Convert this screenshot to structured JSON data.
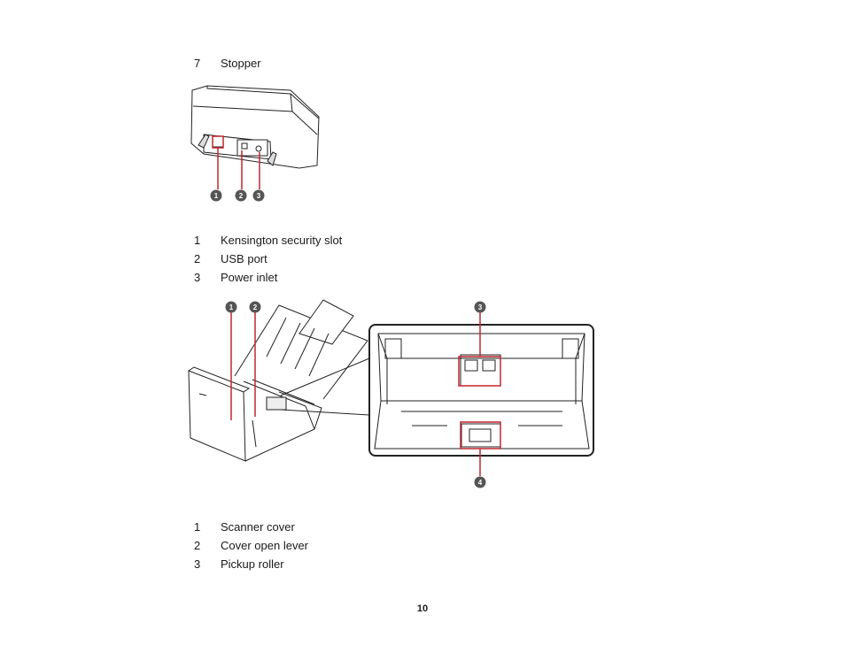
{
  "top_item": {
    "num": "7",
    "text": "Stopper"
  },
  "figure1": {
    "callouts": [
      "1",
      "2",
      "3"
    ]
  },
  "list1": [
    {
      "num": "1",
      "text": "Kensington security slot"
    },
    {
      "num": "2",
      "text": "USB port"
    },
    {
      "num": "3",
      "text": "Power inlet"
    }
  ],
  "figure2": {
    "callouts": [
      "1",
      "2",
      "3",
      "4"
    ]
  },
  "list2": [
    {
      "num": "1",
      "text": "Scanner cover"
    },
    {
      "num": "2",
      "text": "Cover open lever"
    },
    {
      "num": "3",
      "text": "Pickup roller"
    }
  ],
  "page_number": "10",
  "colors": {
    "callout_line": "#c0272d",
    "callout_badge": "#555555",
    "drawing": "#222222"
  }
}
